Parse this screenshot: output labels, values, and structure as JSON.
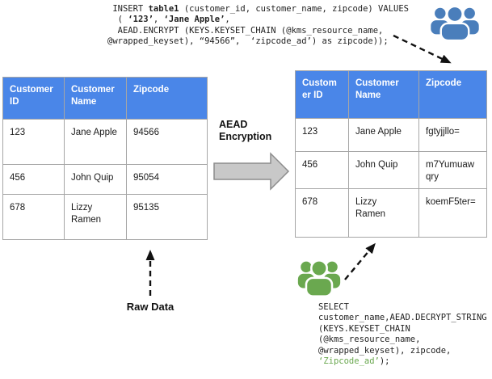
{
  "colors": {
    "table_header_blue": "#4a86e8",
    "icon_blue": "#4a7ebb",
    "icon_green": "#6aa84f",
    "arrow_gray": "#c8c8c8",
    "sql_green": "#6aa84f"
  },
  "icons": {
    "writer": "people-group-icon",
    "reader": "people-group-icon"
  },
  "insert_sql": {
    "lines": [
      [
        {
          "t": " INSERT "
        },
        {
          "t": "table1",
          "b": true
        },
        {
          "t": " (customer_id, customer_name, zipcode) VALUES"
        }
      ],
      [
        {
          "t": "  ( "
        },
        {
          "t": "‘123’",
          "b": true
        },
        {
          "t": ", "
        },
        {
          "t": "‘Jane Apple’",
          "b": true
        },
        {
          "t": ","
        }
      ],
      [
        {
          "t": "  AEAD.ENCRYPT (KEYS.KEYSET_CHAIN (@kms_resource_name,"
        }
      ],
      [
        {
          "t": "@wrapped_keyset), “94566”,  ‘zipcode_ad’) as zipcode));"
        }
      ]
    ]
  },
  "select_sql": {
    "lines": [
      [
        {
          "t": "SELECT"
        }
      ],
      [
        {
          "t": "customer_name,AEAD.DECRYPT_STRING"
        }
      ],
      [
        {
          "t": "(KEYS.KEYSET_CHAIN"
        }
      ],
      [
        {
          "t": "(@kms_resource_name,"
        }
      ],
      [
        {
          "t": "@wrapped_keyset), zipcode,"
        }
      ],
      [
        {
          "t": "‘Zipcode_ad’",
          "c": "#6aa84f"
        },
        {
          "t": ");"
        }
      ]
    ]
  },
  "left_table": {
    "headers": [
      "Customer ID",
      "Customer Name",
      "Zipcode"
    ],
    "rows": [
      [
        "123",
        "Jane Apple",
        "94566"
      ],
      [
        "456",
        "John Quip",
        "95054"
      ],
      [
        "678",
        "Lizzy Ramen",
        "95135"
      ]
    ]
  },
  "right_table": {
    "headers": [
      "Customer ID",
      "Customer Name",
      "Zipcode"
    ],
    "rows": [
      [
        "123",
        "Jane Apple",
        "fgtyjjllo="
      ],
      [
        "456",
        "John Quip",
        "m7Yumuawqry"
      ],
      [
        "678",
        "Lizzy Ramen",
        "koemF5ter="
      ]
    ]
  },
  "aead_label": {
    "line1": "AEAD",
    "line2": "Encryption"
  },
  "raw_data_label": "Raw Data"
}
